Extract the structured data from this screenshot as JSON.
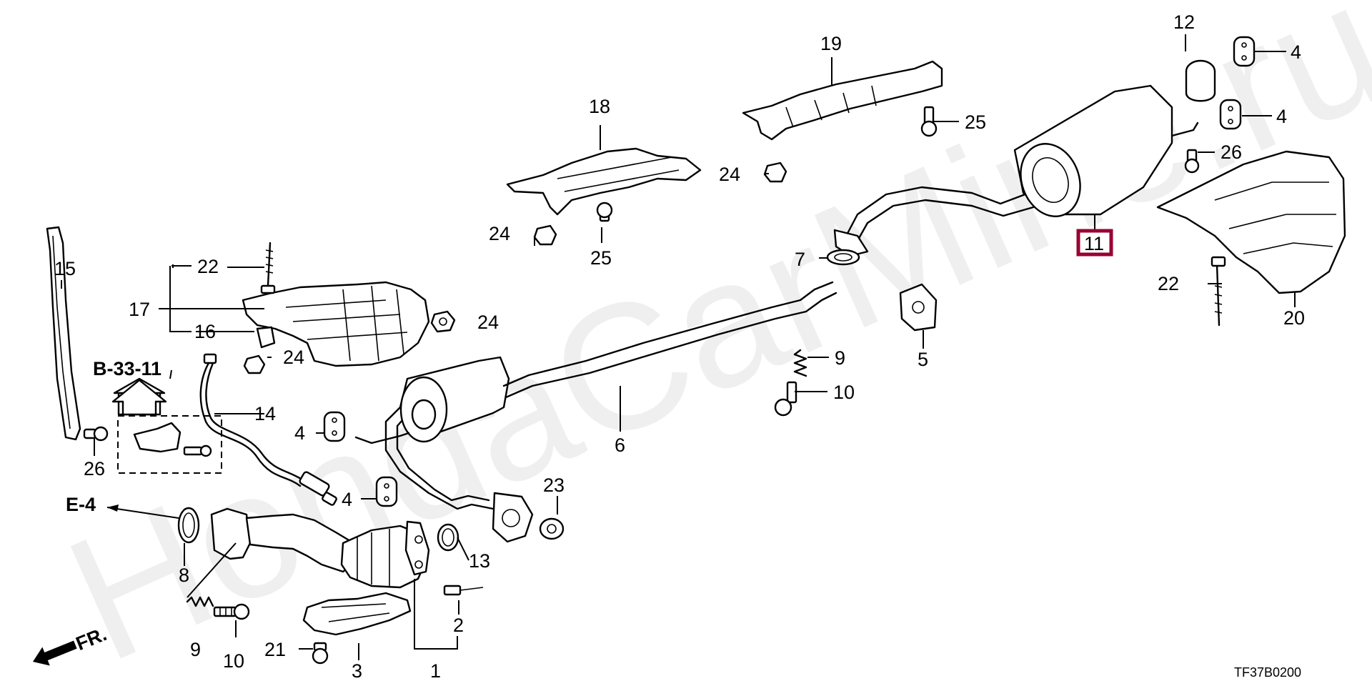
{
  "diagram": {
    "title": "Exhaust System Parts Diagram",
    "code": "TF37B0200",
    "watermark": "HondaCarMine.ru",
    "highlight_color": "#990033",
    "highlighted_part": "11",
    "references": {
      "b_33_11": "B-33-11",
      "e_4": "E-4",
      "front": "FR."
    },
    "callouts": [
      {
        "id": "c1",
        "label": "1"
      },
      {
        "id": "c2",
        "label": "2"
      },
      {
        "id": "c3",
        "label": "3"
      },
      {
        "id": "c4a",
        "label": "4"
      },
      {
        "id": "c4b",
        "label": "4"
      },
      {
        "id": "c4c",
        "label": "4"
      },
      {
        "id": "c4d",
        "label": "4"
      },
      {
        "id": "c5",
        "label": "5"
      },
      {
        "id": "c6",
        "label": "6"
      },
      {
        "id": "c7",
        "label": "7"
      },
      {
        "id": "c8",
        "label": "8"
      },
      {
        "id": "c9a",
        "label": "9"
      },
      {
        "id": "c9b",
        "label": "9"
      },
      {
        "id": "c10a",
        "label": "10"
      },
      {
        "id": "c10b",
        "label": "10"
      },
      {
        "id": "c11",
        "label": "11"
      },
      {
        "id": "c12",
        "label": "12"
      },
      {
        "id": "c13",
        "label": "13"
      },
      {
        "id": "c14",
        "label": "14"
      },
      {
        "id": "c15",
        "label": "15"
      },
      {
        "id": "c16",
        "label": "16"
      },
      {
        "id": "c17",
        "label": "17"
      },
      {
        "id": "c18",
        "label": "18"
      },
      {
        "id": "c19",
        "label": "19"
      },
      {
        "id": "c20",
        "label": "20"
      },
      {
        "id": "c21",
        "label": "21"
      },
      {
        "id": "c22a",
        "label": "22"
      },
      {
        "id": "c22b",
        "label": "22"
      },
      {
        "id": "c23",
        "label": "23"
      },
      {
        "id": "c24a",
        "label": "24"
      },
      {
        "id": "c24b",
        "label": "24"
      },
      {
        "id": "c24c",
        "label": "24"
      },
      {
        "id": "c24d",
        "label": "24"
      },
      {
        "id": "c25a",
        "label": "25"
      },
      {
        "id": "c25b",
        "label": "25"
      },
      {
        "id": "c26a",
        "label": "26"
      },
      {
        "id": "c26b",
        "label": "26"
      }
    ]
  }
}
